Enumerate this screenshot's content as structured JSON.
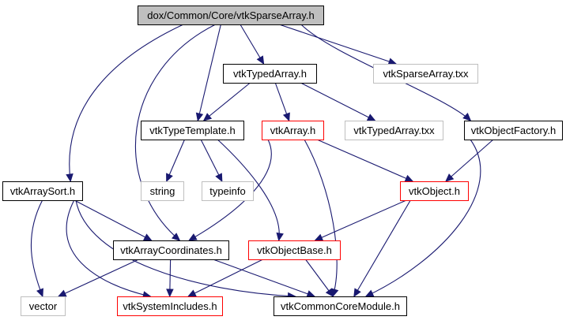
{
  "colors": {
    "edge": "#191970",
    "border_normal": "#000000",
    "border_incomplete": "#ff0000",
    "border_external": "#bfbfbf",
    "fill_root": "#bfbfbf",
    "fill_default": "#ffffff"
  },
  "nodes": [
    {
      "id": "root",
      "label": "dox/Common/Core/vtkSparseArray.h",
      "style": "root"
    },
    {
      "id": "typedarray_h",
      "label": "vtkTypedArray.h",
      "style": "normal"
    },
    {
      "id": "sparsearray_txx",
      "label": "vtkSparseArray.txx",
      "style": "external"
    },
    {
      "id": "typetemplate_h",
      "label": "vtkTypeTemplate.h",
      "style": "normal"
    },
    {
      "id": "array_h",
      "label": "vtkArray.h",
      "style": "incomplete"
    },
    {
      "id": "typedarray_txx",
      "label": "vtkTypedArray.txx",
      "style": "external"
    },
    {
      "id": "objectfactory_h",
      "label": "vtkObjectFactory.h",
      "style": "normal"
    },
    {
      "id": "arraysort_h",
      "label": "vtkArraySort.h",
      "style": "normal"
    },
    {
      "id": "string",
      "label": "string",
      "style": "external"
    },
    {
      "id": "typeinfo",
      "label": "typeinfo",
      "style": "external"
    },
    {
      "id": "object_h",
      "label": "vtkObject.h",
      "style": "incomplete"
    },
    {
      "id": "arraycoordinates_h",
      "label": "vtkArrayCoordinates.h",
      "style": "normal"
    },
    {
      "id": "objectbase_h",
      "label": "vtkObjectBase.h",
      "style": "incomplete"
    },
    {
      "id": "vector",
      "label": "vector",
      "style": "external"
    },
    {
      "id": "systemincludes_h",
      "label": "vtkSystemIncludes.h",
      "style": "incomplete"
    },
    {
      "id": "commoncoremodule_h",
      "label": "vtkCommonCoreModule.h",
      "style": "normal"
    }
  ],
  "edges": [
    {
      "from": "root",
      "to": "typedarray_h"
    },
    {
      "from": "root",
      "to": "sparsearray_txx"
    },
    {
      "from": "root",
      "to": "typetemplate_h"
    },
    {
      "from": "root",
      "to": "objectfactory_h"
    },
    {
      "from": "root",
      "to": "arraysort_h"
    },
    {
      "from": "root",
      "to": "arraycoordinates_h"
    },
    {
      "from": "typedarray_h",
      "to": "typetemplate_h"
    },
    {
      "from": "typedarray_h",
      "to": "array_h"
    },
    {
      "from": "typedarray_h",
      "to": "typedarray_txx"
    },
    {
      "from": "typetemplate_h",
      "to": "string"
    },
    {
      "from": "typetemplate_h",
      "to": "typeinfo"
    },
    {
      "from": "typetemplate_h",
      "to": "objectbase_h"
    },
    {
      "from": "array_h",
      "to": "object_h"
    },
    {
      "from": "array_h",
      "to": "arraycoordinates_h"
    },
    {
      "from": "array_h",
      "to": "commoncoremodule_h"
    },
    {
      "from": "objectfactory_h",
      "to": "object_h"
    },
    {
      "from": "objectfactory_h",
      "to": "commoncoremodule_h"
    },
    {
      "from": "object_h",
      "to": "objectbase_h"
    },
    {
      "from": "object_h",
      "to": "commoncoremodule_h"
    },
    {
      "from": "arraysort_h",
      "to": "arraycoordinates_h"
    },
    {
      "from": "arraysort_h",
      "to": "vector"
    },
    {
      "from": "arraysort_h",
      "to": "systemincludes_h"
    },
    {
      "from": "arraysort_h",
      "to": "commoncoremodule_h"
    },
    {
      "from": "arraycoordinates_h",
      "to": "vector"
    },
    {
      "from": "arraycoordinates_h",
      "to": "systemincludes_h"
    },
    {
      "from": "arraycoordinates_h",
      "to": "commoncoremodule_h"
    },
    {
      "from": "objectbase_h",
      "to": "systemincludes_h"
    },
    {
      "from": "objectbase_h",
      "to": "commoncoremodule_h"
    }
  ]
}
